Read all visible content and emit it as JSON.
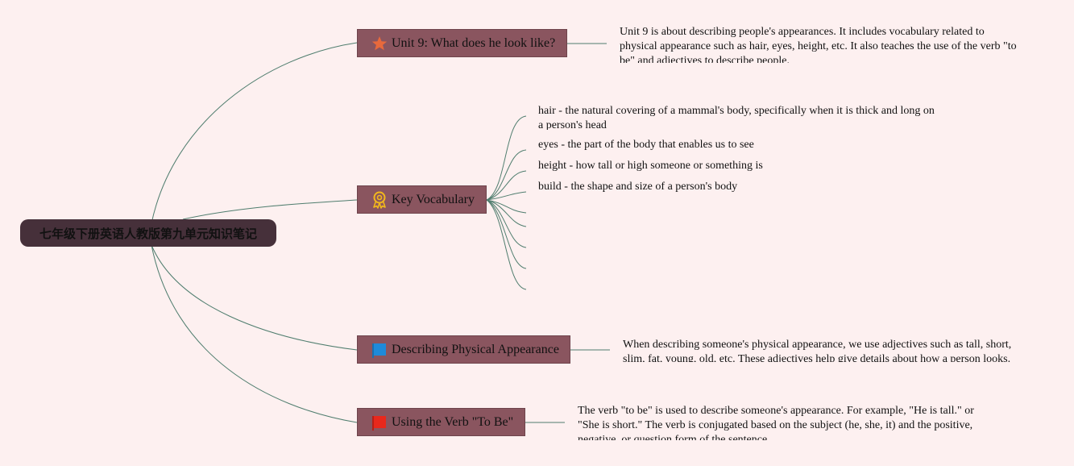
{
  "root": {
    "title": "七年级下册英语人教版第九单元知识笔记"
  },
  "topics": [
    {
      "label": "Unit 9: What does he look like?",
      "icon": "star-icon",
      "icon_color": "#e8693c",
      "note": "Unit 9 is about describing people's appearances. It includes vocabulary related to physical appearance such as hair, eyes, height, etc. It also teaches the use of the verb \"to be\" and adjectives to describe people."
    },
    {
      "label": "Key Vocabulary",
      "icon": "award-ribbon-icon",
      "icon_color": "#f2b81c",
      "vocabulary": [
        "hair - the natural covering of a mammal's body, specifically when it is thick and long on a person's head",
        "eyes - the part of the body that enables us to see",
        "height - how tall or high someone or something is",
        "build - the shape and size of a person's body",
        "",
        "",
        "",
        "",
        ""
      ]
    },
    {
      "label": "Describing Physical Appearance",
      "icon": "blue-flag-icon",
      "icon_color": "#1e8ad9",
      "note": "When describing someone's physical appearance, we use adjectives such as tall, short, slim, fat, young, old, etc. These adjectives help give details about how a person looks."
    },
    {
      "label": "Using the Verb \"To Be\"",
      "icon": "red-flag-icon",
      "icon_color": "#e8281c",
      "note": "The verb \"to be\" is used to describe someone's appearance. For example, \"He is tall.\" or \"She is short.\" The verb is conjugated based on the subject (he, she, it) and the positive, negative, or question form of the sentence."
    }
  ],
  "colors": {
    "background": "#fdf0f0",
    "root_fill": "#46303a",
    "topic_fill": "#8a555f",
    "connector": "#4f7d6e"
  }
}
